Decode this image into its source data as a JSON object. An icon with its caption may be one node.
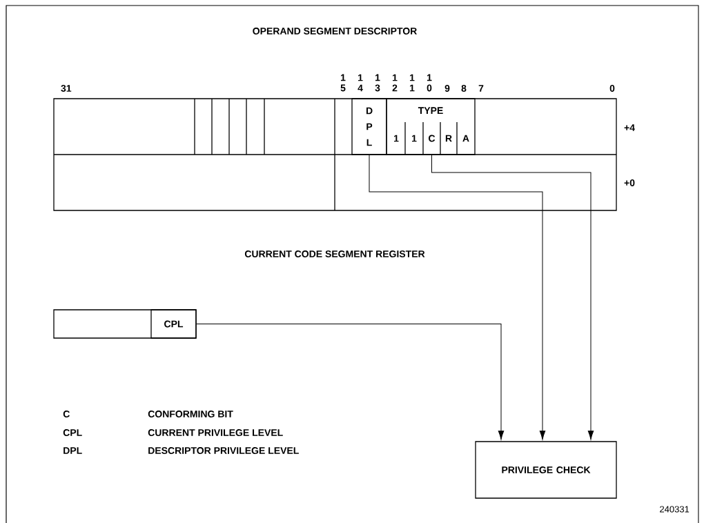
{
  "diagram": {
    "nodes": [
      {
        "text": [],
        "shape": "box"
      },
      {
        "text": [
          "D P L"
        ],
        "in": 0
      },
      {
        "text": [
          "TYPE"
        ],
        "in": 0
      },
      {
        "text": [
          "1"
        ],
        "in": 2
      },
      {
        "text": [
          "1"
        ],
        "in": 2
      },
      {
        "text": [
          "C"
        ],
        "in": 2
      },
      {
        "text": [
          "R"
        ],
        "in": 2
      },
      {
        "text": [
          "A"
        ],
        "in": 2
      },
      {
        "text": [],
        "shape": "box"
      },
      {
        "text": [
          "CPL"
        ],
        "in": 8
      },
      {
        "text": [
          "PRIVILEGE CHECK"
        ]
      }
    ],
    "edges": [
      {
        "from": 1,
        "to": 10,
        "arrow": "to"
      },
      {
        "from": 5,
        "to": 10,
        "arrow": "to"
      },
      {
        "from": 9,
        "to": 10,
        "arrow": "to"
      }
    ],
    "labels": [
      "OPERAND SEGMENT DESCRIPTOR",
      "31",
      "1 5",
      "1 4",
      "1 3",
      "1 2",
      "1 1",
      "1 0",
      "9",
      "8",
      "7",
      "0",
      "+4",
      "+0",
      "CURRENT CODE SEGMENT REGISTER",
      "C",
      "CONFORMING BIT",
      "CPL",
      "CURRENT PRIVILEGE LEVEL",
      "DPL",
      "DESCRIPTOR PRIVILEGE LEVEL",
      "240331"
    ]
  }
}
